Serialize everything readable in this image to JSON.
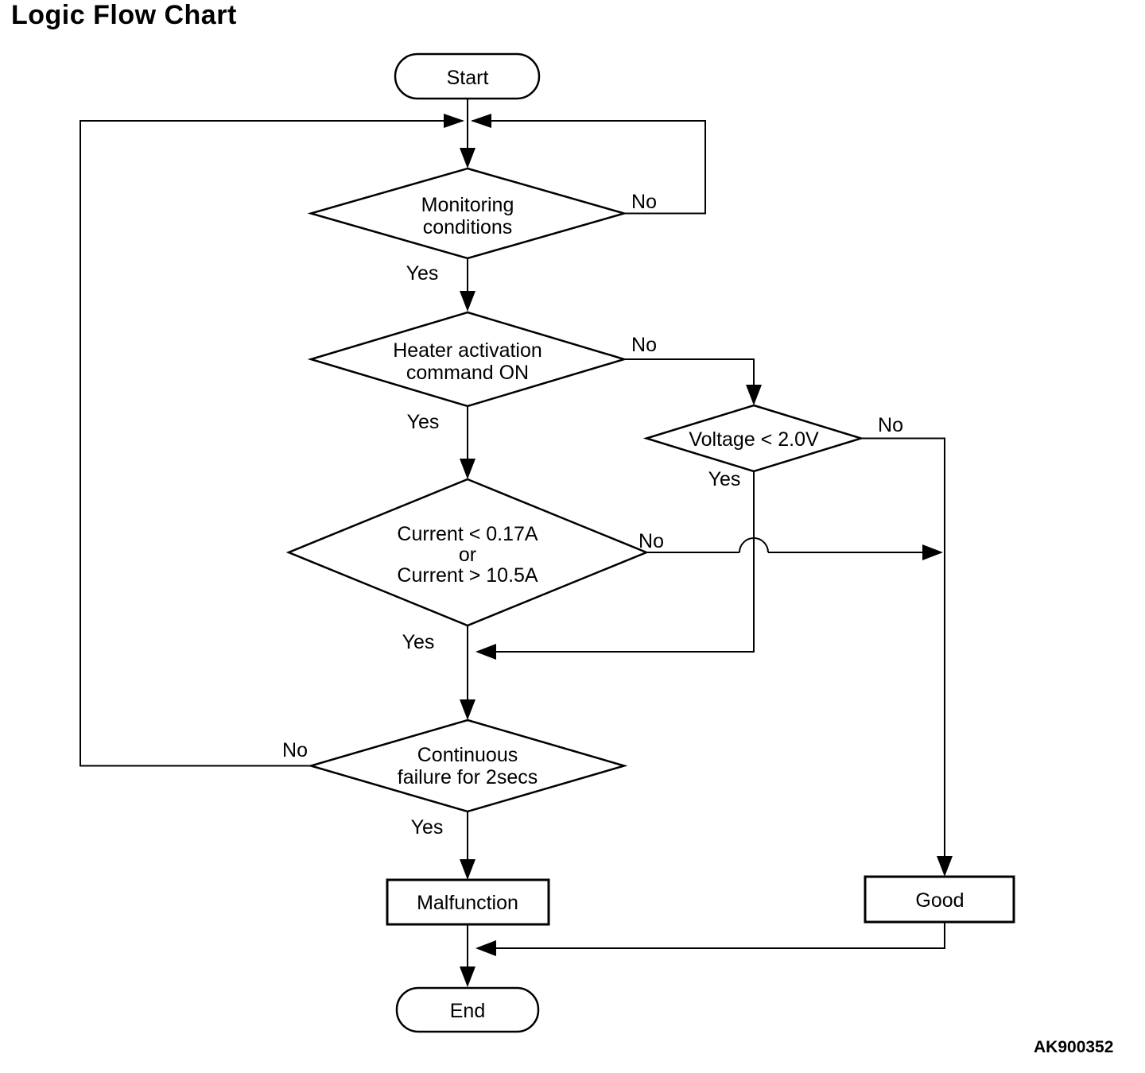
{
  "title": "Logic Flow Chart",
  "figure_code": "AK900352",
  "colors": {
    "background": "#ffffff",
    "line": "#000000",
    "text": "#000000"
  },
  "nodes": {
    "start": {
      "type": "terminator",
      "label": "Start"
    },
    "monitoring": {
      "type": "decision",
      "lines": [
        "Monitoring",
        "conditions"
      ]
    },
    "heater": {
      "type": "decision",
      "lines": [
        "Heater activation",
        "command ON"
      ]
    },
    "voltage": {
      "type": "decision",
      "label": "Voltage < 2.0V"
    },
    "current": {
      "type": "decision",
      "lines": [
        "Current < 0.17A",
        "or",
        "Current > 10.5A"
      ]
    },
    "continuous": {
      "type": "decision",
      "lines": [
        "Continuous",
        "failure for 2secs"
      ]
    },
    "malfunction": {
      "type": "process",
      "label": "Malfunction"
    },
    "good": {
      "type": "process",
      "label": "Good"
    },
    "end": {
      "type": "terminator",
      "label": "End"
    }
  },
  "edges": {
    "monitoring_no": "No",
    "monitoring_yes": "Yes",
    "heater_no": "No",
    "heater_yes": "Yes",
    "voltage_no": "No",
    "voltage_yes": "Yes",
    "current_no": "No",
    "current_yes": "Yes",
    "continuous_no": "No",
    "continuous_yes": "Yes"
  }
}
